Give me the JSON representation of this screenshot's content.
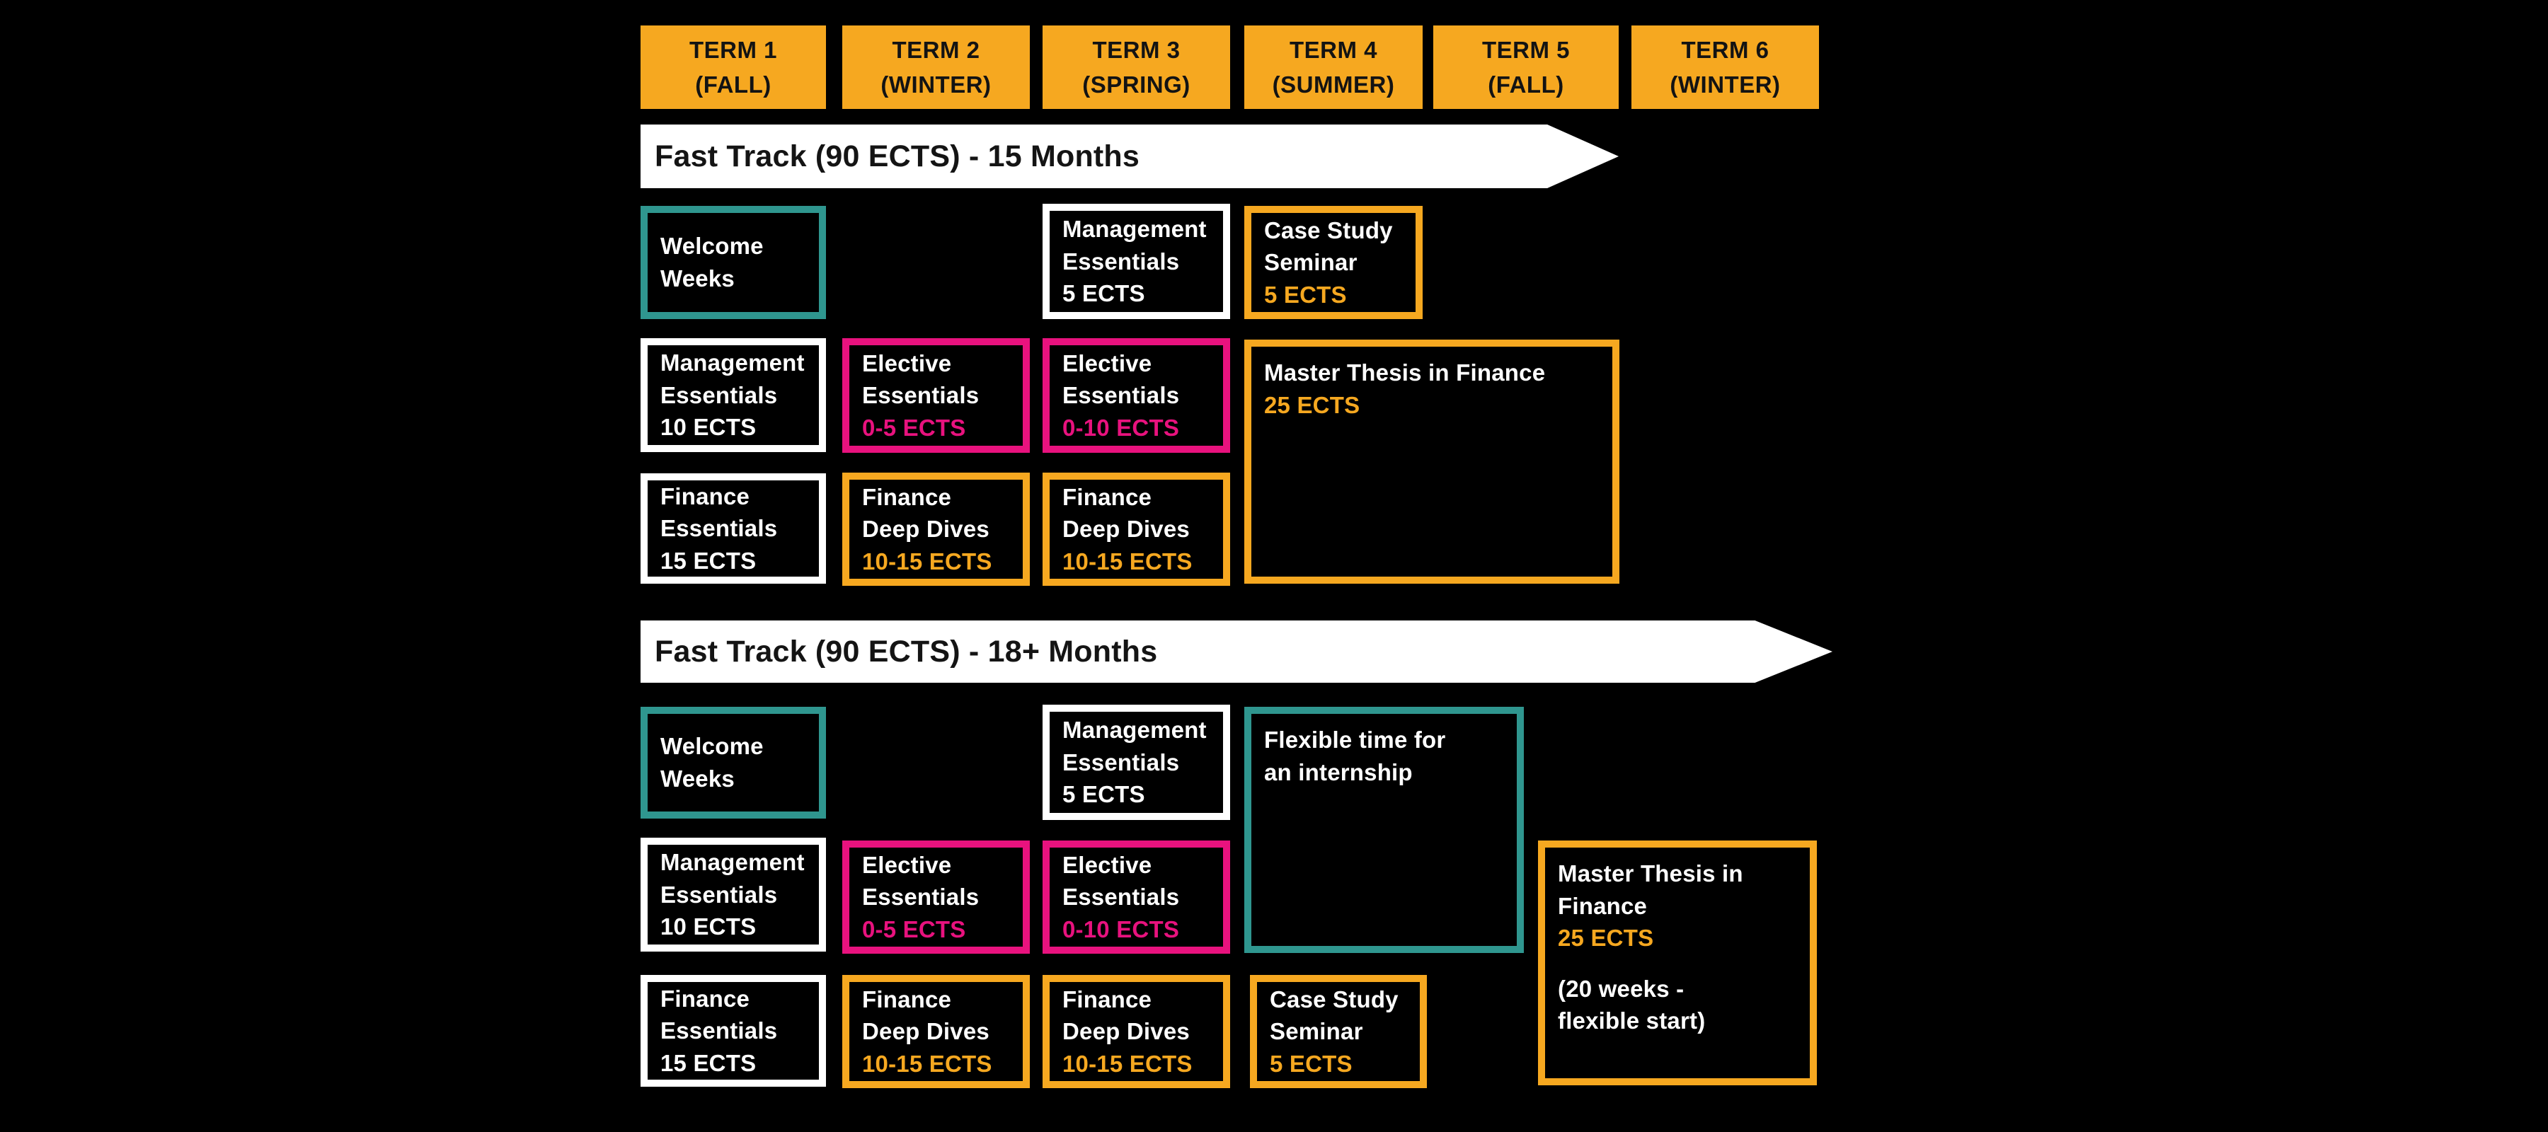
{
  "colors": {
    "background": "#000000",
    "orange": "#F6A820",
    "teal": "#2F968F",
    "pink": "#E8127E",
    "white": "#FFFFFF",
    "banner_fill": "#FFFFFF",
    "banner_text": "#141414",
    "term_text": "#131313"
  },
  "terms": [
    {
      "name": "TERM 1",
      "season": "(FALL)"
    },
    {
      "name": "TERM 2",
      "season": "(WINTER)"
    },
    {
      "name": "TERM 3",
      "season": "(SPRING)"
    },
    {
      "name": "TERM 4",
      "season": "(SUMMER)"
    },
    {
      "name": "TERM 5",
      "season": "(FALL)"
    },
    {
      "name": "TERM 6",
      "season": "(WINTER)"
    }
  ],
  "tracks": [
    {
      "banner_label": "Fast Track (90 ECTS) - 15 Months",
      "courses": [
        {
          "title": "Welcome Weeks",
          "style": "teal"
        },
        {
          "title": "Management Essentials",
          "ects": "5 ECTS",
          "style": "white"
        },
        {
          "title": "Case Study Seminar",
          "ects": "5 ECTS",
          "style": "orange"
        },
        {
          "title": "Management Essentials",
          "ects": "10 ECTS",
          "style": "white"
        },
        {
          "title": "Elective Essentials",
          "ects": "0-5 ECTS",
          "style": "pink"
        },
        {
          "title": "Elective Essentials",
          "ects": "0-10 ECTS",
          "style": "pink"
        },
        {
          "title": "Master Thesis in Finance",
          "ects": "25 ECTS",
          "style": "orange"
        },
        {
          "title": "Finance Essentials",
          "ects": "15 ECTS",
          "style": "white"
        },
        {
          "title": "Finance Deep Dives",
          "ects": "10-15 ECTS",
          "style": "orange"
        },
        {
          "title": "Finance Deep Dives",
          "ects": "10-15 ECTS",
          "style": "orange"
        }
      ]
    },
    {
      "banner_label": "Fast Track (90 ECTS) - 18+ Months",
      "courses": [
        {
          "title": "Welcome Weeks",
          "style": "teal"
        },
        {
          "title": "Management Essentials",
          "ects": "5 ECTS",
          "style": "white"
        },
        {
          "title": "Flexible time for an internship",
          "style": "teal"
        },
        {
          "title": "Management Essentials",
          "ects": "10 ECTS",
          "style": "white"
        },
        {
          "title": "Elective Essentials",
          "ects": "0-5 ECTS",
          "style": "pink"
        },
        {
          "title": "Elective Essentials",
          "ects": "0-10 ECTS",
          "style": "pink"
        },
        {
          "title": "Master Thesis in Finance",
          "ects": "25 ECTS",
          "note": "(20 weeks - flexible start)",
          "style": "orange"
        },
        {
          "title": "Finance Essentials",
          "ects": "15 ECTS",
          "style": "white"
        },
        {
          "title": "Finance Deep Dives",
          "ects": "10-15 ECTS",
          "style": "orange"
        },
        {
          "title": "Finance Deep Dives",
          "ects": "10-15 ECTS",
          "style": "orange"
        },
        {
          "title": "Case Study Seminar",
          "ects": "5 ECTS",
          "style": "orange"
        }
      ]
    }
  ]
}
